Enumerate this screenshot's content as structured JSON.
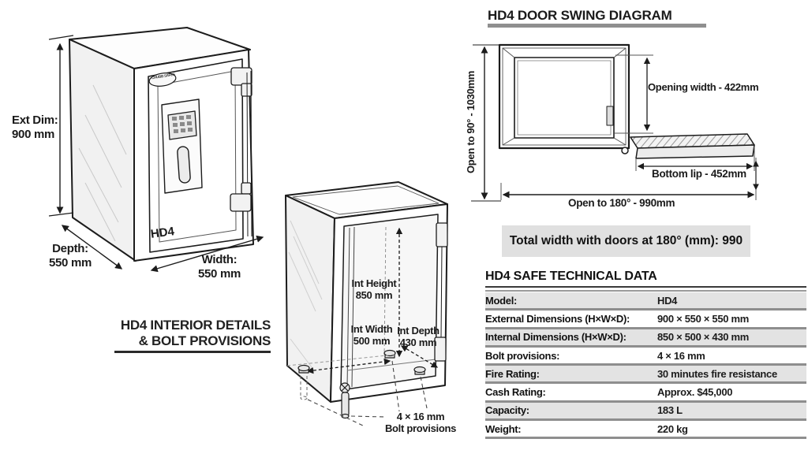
{
  "colors": {
    "line": "#1c1c1c",
    "text": "#111111",
    "title_bar": "#8f8f8f",
    "note_box_bg": "#e0e0e0",
    "row_stripe": "#e3e3e3",
    "row_border": "#8e8e8e"
  },
  "exterior_figure": {
    "logo_text": "CHUBB SAFES",
    "model_plate": "HD4",
    "ext_dim": {
      "label": "Ext Dim:",
      "value": "900 mm"
    },
    "depth": {
      "label": "Depth:",
      "value": "550 mm"
    },
    "width": {
      "label": "Width:",
      "value": "550 mm"
    }
  },
  "interior_figure": {
    "title_line1": "HD4 INTERIOR DETAILS",
    "title_line2": "& BOLT PROVISIONS",
    "int_height": {
      "label": "Int Height",
      "value": "850 mm"
    },
    "int_width": {
      "label": "Int Width",
      "value": "500 mm"
    },
    "int_depth": {
      "label": "Int Depth",
      "value": "430 mm"
    },
    "bolts": {
      "line1": "4 × 16 mm",
      "line2": "Bolt provisions"
    }
  },
  "door_swing": {
    "title": "HD4 DOOR SWING DIAGRAM",
    "open_90_label": "Open to 90° - 1030mm",
    "opening_width_label": "Opening width - 422mm",
    "bottom_lip_label": "Bottom lip - 452mm",
    "open_180_label": "Open to 180° - 990mm",
    "total_width_note": "Total width with doors at 180° (mm): 990"
  },
  "tech_table": {
    "title": "HD4 SAFE TECHNICAL DATA",
    "rows": [
      {
        "label": "Model:",
        "value": "HD4"
      },
      {
        "label": "External Dimensions (H×W×D):",
        "value": "900 × 550 × 550 mm"
      },
      {
        "label": "Internal Dimensions (H×W×D):",
        "value": "850 × 500 × 430 mm"
      },
      {
        "label": "Bolt provisions:",
        "value": "4 × 16 mm"
      },
      {
        "label": "Fire Rating:",
        "value": "30 minutes fire resistance"
      },
      {
        "label": "Cash Rating:",
        "value": "Approx. $45,000"
      },
      {
        "label": "Capacity:",
        "value": "183 L"
      },
      {
        "label": "Weight:",
        "value": "220 kg"
      }
    ]
  }
}
